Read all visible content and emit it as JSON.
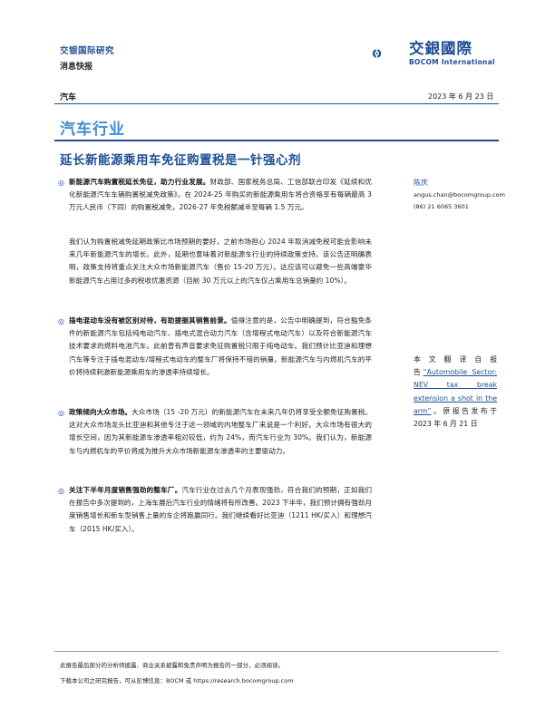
{
  "header": {
    "brand": "交银国际研究",
    "report_type": "消息快报",
    "logo_cn": "交銀國際",
    "logo_en": "BOCOM International",
    "sector": "汽车",
    "date": "2023 年 6 月 23 日"
  },
  "title": {
    "sector_title": "汽车行业",
    "headline": "延长新能源乘用车免征购置税是一针强心剂"
  },
  "paragraphs": [
    {
      "bullet": "◎",
      "lead": "新能源汽车购置税延长免征，助力行业发展。",
      "text": "财政部、国家税务总局、工信部联合印发《延续和优化新能源汽车车辆购置税减免政策》。在 2024-25 年购买的新能源乘用车将合资格享有每辆最高 3 万元人民币（下同）的购置税减免，2026-27 年免税额减半至每辆 1.5 万元。"
    },
    {
      "bullet": "",
      "lead": "",
      "text": "我们认为购置税减免延期政策比市场预期的要好，之前市场担心 2024 年取消减免税可能会影响未来几年新能源汽车的增长。此外，延期也意味着对新能源车行业的持续政策支持。该公告还明确表明，政策支持将重点关注大众市场新能源汽车（售价 15-20 万元）。这应该可以避免一些高端豪华新能源汽车占用过多的税收优惠资源（目前 30 万元以上的汽车仅占乘用车总销量约 10%）。"
    },
    {
      "bullet": "◎",
      "lead": "插电混动车没有被区别对待，有助提振其销售前景。",
      "text": "值得注意的是，公告中明确提到，符合豁免条件的新能源汽车包括纯电动汽车、插电式混合动力汽车（含增程式电动汽车）以及符合新能源汽车技术要求的燃料电池汽车。此前曾有声音要求免征购置税只限于纯电动车。我们预计比亚迪和理想汽车等专注于插电混动车/增程式电动车的整车厂将保持不错的销量。新能源汽车与内燃机汽车的平价将持续刺激新能源乘用车的渗透率持续增长。"
    },
    {
      "bullet": "◎",
      "lead": "政策倾向大众市场。",
      "text": "大众市场（15 -20 万元）的新能源汽车在未来几年仍将享受全额免征购置税。这对大众市场龙头比亚迪和其他专注于这一领域的内地整车厂来说是一个利好。大众市场有很大的增长空间，因为其新能源车渗透率相对较低，约为 24%，而汽车行业为 30%。我们认为，新能源车与内燃机车的平价将成为推升大众市场新能源车渗透率的主要驱动力。"
    },
    {
      "bullet": "◎",
      "lead": "关注下半年月度销售强劲的整车厂。",
      "text": "汽车行业在过去几个月表现强劲，符合我们的预期，正如我们在报告中多次提到的，上海车展后汽车行业的情绪将有所改善。2023 下半年，我们预计拥有强劲月度销售增长和新车型销售上量的车企将跑赢同行。我们继续看好比亚迪（1211 HK/买入）和理想汽车（2015 HK/买入）。"
    }
  ],
  "analyst": {
    "name": "陈庆",
    "email": "angus.chan@bocomgroup.com",
    "phone": "(86) 21 6065 3601"
  },
  "side_note": {
    "prefix": "本文翻译自报告",
    "link": "“Automobile Sector: NEV tax break extension a shot in the arm”",
    "suffix": "。原报告发布于 2023 年 6 月 21 日"
  },
  "footer": {
    "line1": "此报告最后部分的分析师披露、商业关系披露和免责声明为报告的一部分，必须阅读。",
    "line2": "下载本公司之研究报告，可从彭博信息：BOCM 或  https://research.bocomgroup.com"
  },
  "colors": {
    "brand_blue": "#1f4e96",
    "title_blue": "#3f8fce"
  }
}
